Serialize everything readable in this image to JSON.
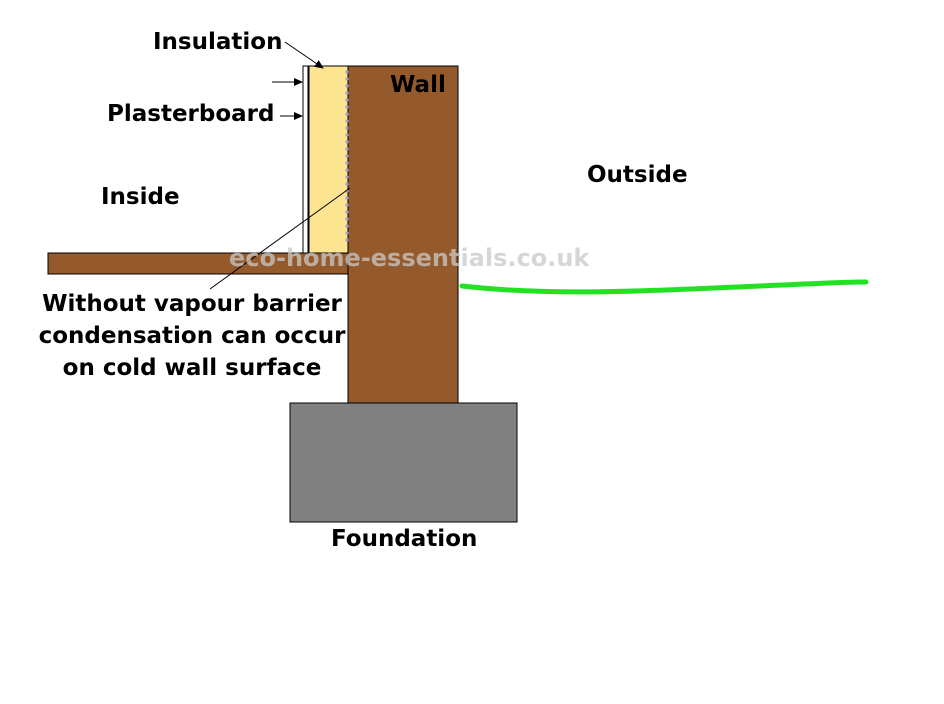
{
  "labels": {
    "insulation": "Insulation",
    "plasterboard": "Plasterboard",
    "wall": "Wall",
    "inside": "Inside",
    "outside": "Outside",
    "foundation": "Foundation",
    "note": [
      "Without vapour barrier",
      "condensation can occur",
      "on cold wall surface"
    ]
  },
  "watermark": "eco-home-essentials.co.uk",
  "colors": {
    "wall": "#955a2c",
    "floor": "#955a2c",
    "insulation": "#fce490",
    "plasterboard": "#ffffff",
    "foundation": "#808080",
    "ground_line": "#22e022",
    "condensation_dots": "#9c9cd8",
    "outline": "#000000"
  }
}
